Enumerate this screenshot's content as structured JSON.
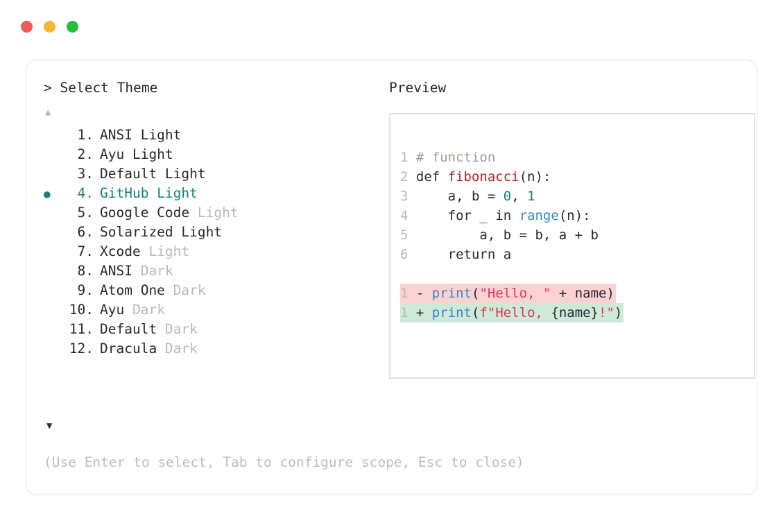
{
  "window": {
    "dots": [
      {
        "name": "close",
        "color": "#f25a55"
      },
      {
        "name": "minimize",
        "color": "#f4b731"
      },
      {
        "name": "maximize",
        "color": "#25c038"
      }
    ]
  },
  "prompt": {
    "title": "> Select Theme",
    "scroll_up_indicator": "▲",
    "scroll_down_indicator": "▼",
    "selected_index": 4,
    "selected_bullet": "●",
    "items": [
      {
        "index": "1.",
        "name": "ANSI",
        "variant": "Light",
        "variant_muted": false,
        "selected": false
      },
      {
        "index": "2.",
        "name": "Ayu",
        "variant": "Light",
        "variant_muted": false,
        "selected": false
      },
      {
        "index": "3.",
        "name": "Default",
        "variant": "Light",
        "variant_muted": false,
        "selected": false
      },
      {
        "index": "4.",
        "name": "GitHub",
        "variant": "Light",
        "variant_muted": false,
        "selected": true
      },
      {
        "index": "5.",
        "name": "Google Code",
        "variant": "Light",
        "variant_muted": true,
        "selected": false
      },
      {
        "index": "6.",
        "name": "Solarized",
        "variant": "Light",
        "variant_muted": false,
        "selected": false
      },
      {
        "index": "7.",
        "name": "Xcode",
        "variant": "Light",
        "variant_muted": true,
        "selected": false
      },
      {
        "index": "8.",
        "name": "ANSI",
        "variant": "Dark",
        "variant_muted": true,
        "selected": false
      },
      {
        "index": "9.",
        "name": "Atom One",
        "variant": "Dark",
        "variant_muted": true,
        "selected": false
      },
      {
        "index": "10.",
        "name": "Ayu",
        "variant": "Dark",
        "variant_muted": true,
        "selected": false
      },
      {
        "index": "11.",
        "name": "Default",
        "variant": "Dark",
        "variant_muted": true,
        "selected": false
      },
      {
        "index": "12.",
        "name": "Dracula",
        "variant": "Dark",
        "variant_muted": true,
        "selected": false
      }
    ],
    "hint": "(Use Enter to select, Tab to configure scope, Esc to close)"
  },
  "preview": {
    "title": "Preview",
    "code_lines": [
      {
        "ln": "1",
        "tokens": [
          {
            "t": "# function",
            "c": "comment"
          }
        ]
      },
      {
        "ln": "2",
        "tokens": [
          {
            "t": "def ",
            "c": "plain"
          },
          {
            "t": "fibonacci",
            "c": "func"
          },
          {
            "t": "(n):",
            "c": "plain"
          }
        ]
      },
      {
        "ln": "3",
        "tokens": [
          {
            "t": "    a, b = ",
            "c": "plain"
          },
          {
            "t": "0",
            "c": "num"
          },
          {
            "t": ", ",
            "c": "plain"
          },
          {
            "t": "1",
            "c": "num"
          }
        ]
      },
      {
        "ln": "4",
        "tokens": [
          {
            "t": "    for _ in ",
            "c": "plain"
          },
          {
            "t": "range",
            "c": "builtin"
          },
          {
            "t": "(n):",
            "c": "plain"
          }
        ]
      },
      {
        "ln": "5",
        "tokens": [
          {
            "t": "        a, b = b, a + b",
            "c": "plain"
          }
        ]
      },
      {
        "ln": "6",
        "tokens": [
          {
            "t": "    return a",
            "c": "plain"
          }
        ]
      }
    ],
    "diff_lines": [
      {
        "ln": "1",
        "marker": "-",
        "kind": "del",
        "tokens": [
          {
            "t": "print",
            "c": "builtin"
          },
          {
            "t": "(",
            "c": "plain"
          },
          {
            "t": "\"Hello, \"",
            "c": "string"
          },
          {
            "t": " + name)",
            "c": "plain"
          }
        ]
      },
      {
        "ln": "1",
        "marker": "+",
        "kind": "add",
        "tokens": [
          {
            "t": "print",
            "c": "builtin"
          },
          {
            "t": "(",
            "c": "plain"
          },
          {
            "t": "f\"Hello, ",
            "c": "string"
          },
          {
            "t": "{name}",
            "c": "plain"
          },
          {
            "t": "!\"",
            "c": "string"
          },
          {
            "t": ")",
            "c": "plain"
          }
        ]
      }
    ]
  },
  "colors": {
    "accent_teal": "#157f78",
    "string_red": "#e0355c",
    "func_red": "#b22222",
    "builtin_blue": "#3585c4",
    "number_teal": "#167d7d",
    "diff_del_bg": "#fbd2d2",
    "diff_add_bg": "#cfe9d9",
    "muted_text": "#b9b9b9",
    "border": "#e2e2e2"
  }
}
